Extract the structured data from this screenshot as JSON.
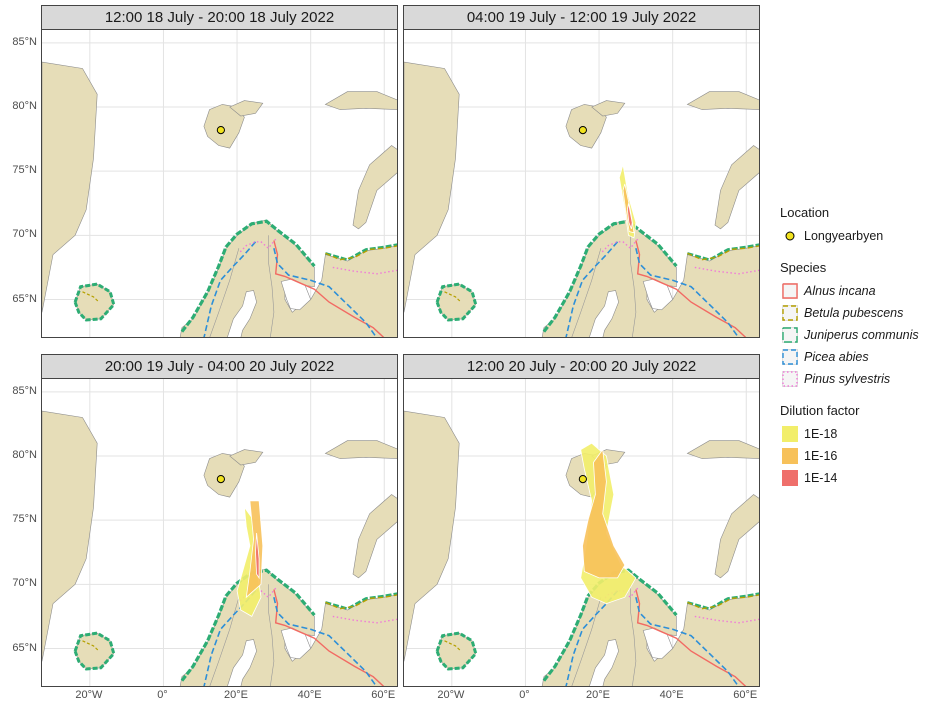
{
  "chart_data": {
    "type": "map",
    "panels": [
      {
        "title": "12:00 18 July - 20:00 18 July 2022",
        "plume": []
      },
      {
        "title": "04:00 19 July - 12:00 19 July 2022",
        "plume": [
          {
            "level": "1E-18",
            "ring": [
              [
                26.5,
                75.5
              ],
              [
                28,
                73
              ],
              [
                30,
                71
              ],
              [
                29.5,
                69.8
              ],
              [
                28,
                70
              ],
              [
                27,
                72
              ],
              [
                25.5,
                74.5
              ]
            ]
          },
          {
            "level": "1E-16",
            "ring": [
              [
                27,
                74
              ],
              [
                28.5,
                72
              ],
              [
                29.5,
                70.2
              ],
              [
                28.2,
                70.3
              ],
              [
                27.2,
                72
              ],
              [
                26.5,
                73.5
              ]
            ]
          },
          {
            "level": "1E-14",
            "ring": [
              [
                28,
                72.5
              ],
              [
                29,
                71
              ],
              [
                28.8,
                70.5
              ],
              [
                28.1,
                71
              ],
              [
                27.7,
                72
              ]
            ]
          }
        ]
      },
      {
        "title": "20:00 19 July - 04:00 20 July 2022",
        "plume": [
          {
            "level": "1E-18",
            "ring": [
              [
                22,
                76
              ],
              [
                24,
                75.2
              ],
              [
                25,
                72
              ],
              [
                26.5,
                69
              ],
              [
                24,
                67.5
              ],
              [
                21,
                68
              ],
              [
                20,
                69.5
              ],
              [
                21.5,
                71
              ],
              [
                23.5,
                73
              ],
              [
                22.5,
                74.5
              ]
            ]
          },
          {
            "level": "1E-16",
            "ring": [
              [
                23.5,
                76.5
              ],
              [
                26,
                76.5
              ],
              [
                27,
                73
              ],
              [
                26.5,
                70
              ],
              [
                24.5,
                69.5
              ],
              [
                22.5,
                69
              ],
              [
                23.5,
                71
              ],
              [
                24.5,
                73.5
              ]
            ]
          },
          {
            "level": "1E-14",
            "ring": [
              [
                25.3,
                74
              ],
              [
                26,
                72
              ],
              [
                26,
                70.5
              ],
              [
                25.3,
                70.8
              ],
              [
                25,
                72.5
              ]
            ]
          }
        ]
      },
      {
        "title": "12:00 20 July - 20:00 20 July 2022",
        "plume": [
          {
            "level": "1E-18",
            "ring": [
              [
                15,
                80.5
              ],
              [
                18,
                81
              ],
              [
                22,
                80
              ],
              [
                24,
                77
              ],
              [
                22,
                74
              ],
              [
                26,
                71.5
              ],
              [
                30,
                70.5
              ],
              [
                27,
                69
              ],
              [
                22,
                68.5
              ],
              [
                18,
                69
              ],
              [
                15,
                70.5
              ],
              [
                16.5,
                73
              ],
              [
                18,
                76.5
              ],
              [
                16,
                79
              ]
            ]
          },
          {
            "level": "1E-16",
            "ring": [
              [
                18.5,
                79.5
              ],
              [
                21,
                80.5
              ],
              [
                22,
                78
              ],
              [
                21,
                75.5
              ],
              [
                24,
                73
              ],
              [
                27,
                71.5
              ],
              [
                25,
                70.5
              ],
              [
                20,
                70.5
              ],
              [
                16,
                71
              ],
              [
                15.5,
                73
              ],
              [
                17,
                75
              ],
              [
                19,
                77
              ]
            ]
          }
        ]
      }
    ],
    "y_axis": {
      "ticks": [
        65,
        70,
        75,
        80,
        85
      ],
      "labels": [
        "65°N",
        "70°N",
        "75°N",
        "80°N",
        "85°N"
      ]
    },
    "x_axis": {
      "ticks": [
        -20,
        0,
        20,
        40,
        60
      ],
      "labels": [
        "20°W",
        "0°",
        "20°E",
        "40°E",
        "60°E"
      ]
    },
    "extent": {
      "lon": [
        -33,
        64
      ],
      "lat": [
        62,
        86
      ]
    },
    "location": {
      "lon": 15.6,
      "lat": 78.2,
      "name": "Longyearbyen",
      "color": "#f1e21f"
    },
    "land_color": "#e6ddb8",
    "legend": {
      "location_title": "Location",
      "location_label": "Longyearbyen",
      "species_title": "Species",
      "species": [
        {
          "name": "Alnus incana",
          "color": "#f26a63",
          "style": "solid"
        },
        {
          "name": "Betula pubescens",
          "color": "#b5a000",
          "style": "dashed"
        },
        {
          "name": "Juniperus communis",
          "color": "#2dad74",
          "style": "longdash"
        },
        {
          "name": "Picea abies",
          "color": "#2d8fd8",
          "style": "dashed"
        },
        {
          "name": "Pinus sylvestris",
          "color": "#f07ad8",
          "style": "dotted"
        }
      ],
      "dilution_title": "Dilution factor",
      "dilution": [
        {
          "label": "1E-18",
          "color": "#f2ee6a"
        },
        {
          "label": "1E-16",
          "color": "#f7c15a"
        },
        {
          "label": "1E-14",
          "color": "#ef6f6b"
        }
      ]
    }
  }
}
